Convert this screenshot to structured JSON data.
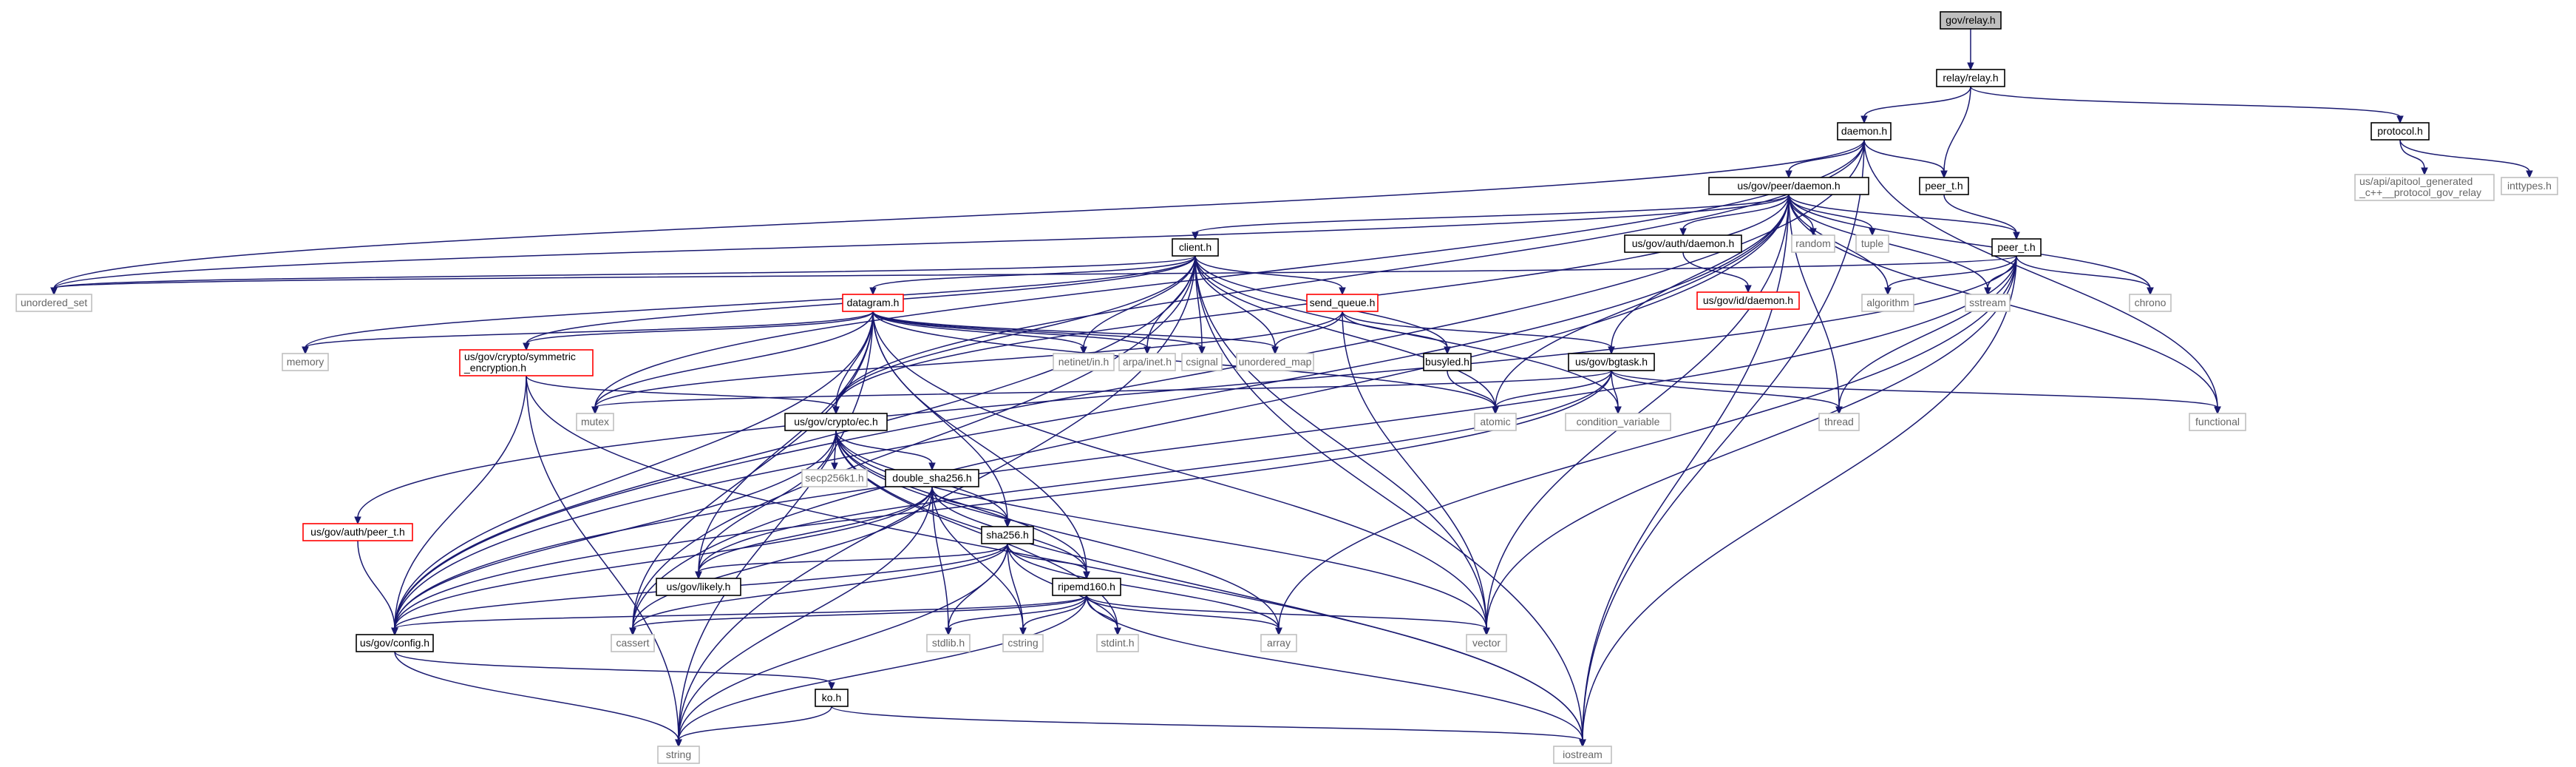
{
  "colors": {
    "edge": "#191970",
    "node_border_dark": "#000000",
    "node_border_light": "#bfbfbf",
    "node_border_red": "#ff0000",
    "node_fill": "#ffffff",
    "root_fill": "#bfbfbf",
    "text_dark": "#000000",
    "text_light": "#666666"
  },
  "nodes": [
    {
      "id": "gov_relay",
      "label": "gov/relay.h",
      "style": "root"
    },
    {
      "id": "relay_relay",
      "label": "relay/relay.h",
      "style": "dark"
    },
    {
      "id": "daemon",
      "label": "daemon.h",
      "style": "dark"
    },
    {
      "id": "protocol",
      "label": "protocol.h",
      "style": "dark"
    },
    {
      "id": "peer_t_top",
      "label": "peer_t.h",
      "style": "dark"
    },
    {
      "id": "peer_daemon",
      "label": "us/gov/peer/daemon.h",
      "style": "dark"
    },
    {
      "id": "api_protocol",
      "label": "us/api/apitool_generated\n_c++__protocol_gov_relay",
      "style": "light"
    },
    {
      "id": "inttypes",
      "label": "inttypes.h",
      "style": "light"
    },
    {
      "id": "client",
      "label": "client.h",
      "style": "dark"
    },
    {
      "id": "auth_daemon",
      "label": "us/gov/auth/daemon.h",
      "style": "dark"
    },
    {
      "id": "random",
      "label": "random",
      "style": "light"
    },
    {
      "id": "tuple",
      "label": "tuple",
      "style": "light"
    },
    {
      "id": "peer_t_mid",
      "label": "peer_t.h",
      "style": "dark"
    },
    {
      "id": "unordered_set",
      "label": "unordered_set",
      "style": "light"
    },
    {
      "id": "id_daemon",
      "label": "us/gov/id/daemon.h",
      "style": "red"
    },
    {
      "id": "algorithm",
      "label": "algorithm",
      "style": "light"
    },
    {
      "id": "sstream",
      "label": "sstream",
      "style": "light"
    },
    {
      "id": "chrono",
      "label": "chrono",
      "style": "light"
    },
    {
      "id": "datagram",
      "label": "datagram.h",
      "style": "red"
    },
    {
      "id": "send_queue",
      "label": "send_queue.h",
      "style": "red"
    },
    {
      "id": "memory",
      "label": "memory",
      "style": "light"
    },
    {
      "id": "symmetric",
      "label": "us/gov/crypto/symmetric\n_encryption.h",
      "style": "red"
    },
    {
      "id": "netinet",
      "label": "netinet/in.h",
      "style": "light"
    },
    {
      "id": "arpa",
      "label": "arpa/inet.h",
      "style": "light"
    },
    {
      "id": "csignal",
      "label": "csignal",
      "style": "light"
    },
    {
      "id": "unordered_map",
      "label": "unordered_map",
      "style": "light"
    },
    {
      "id": "busyled",
      "label": "busyled.h",
      "style": "dark"
    },
    {
      "id": "bgtask",
      "label": "us/gov/bgtask.h",
      "style": "dark"
    },
    {
      "id": "mutex",
      "label": "mutex",
      "style": "light"
    },
    {
      "id": "atomic",
      "label": "atomic",
      "style": "light"
    },
    {
      "id": "condition_variable",
      "label": "condition_variable",
      "style": "light"
    },
    {
      "id": "thread",
      "label": "thread",
      "style": "light"
    },
    {
      "id": "functional",
      "label": "functional",
      "style": "light"
    },
    {
      "id": "crypto_ec",
      "label": "us/gov/crypto/ec.h",
      "style": "dark"
    },
    {
      "id": "secp256k1",
      "label": "secp256k1.h",
      "style": "light"
    },
    {
      "id": "double_sha256",
      "label": "double_sha256.h",
      "style": "dark"
    },
    {
      "id": "auth_peer_t",
      "label": "us/gov/auth/peer_t.h",
      "style": "red"
    },
    {
      "id": "sha256",
      "label": "sha256.h",
      "style": "dark"
    },
    {
      "id": "likely",
      "label": "us/gov/likely.h",
      "style": "dark"
    },
    {
      "id": "ripemd160",
      "label": "ripemd160.h",
      "style": "dark"
    },
    {
      "id": "config",
      "label": "us/gov/config.h",
      "style": "dark"
    },
    {
      "id": "cassert",
      "label": "cassert",
      "style": "light"
    },
    {
      "id": "stdlib",
      "label": "stdlib.h",
      "style": "light"
    },
    {
      "id": "cstring",
      "label": "cstring",
      "style": "light"
    },
    {
      "id": "stdint",
      "label": "stdint.h",
      "style": "light"
    },
    {
      "id": "array",
      "label": "array",
      "style": "light"
    },
    {
      "id": "vector",
      "label": "vector",
      "style": "light"
    },
    {
      "id": "ko",
      "label": "ko.h",
      "style": "dark"
    },
    {
      "id": "string",
      "label": "string",
      "style": "light"
    },
    {
      "id": "iostream",
      "label": "iostream",
      "style": "light"
    }
  ],
  "edges": [
    [
      "gov_relay",
      "relay_relay"
    ],
    [
      "relay_relay",
      "daemon"
    ],
    [
      "relay_relay",
      "protocol"
    ],
    [
      "relay_relay",
      "peer_t_top"
    ],
    [
      "protocol",
      "api_protocol"
    ],
    [
      "protocol",
      "inttypes"
    ],
    [
      "daemon",
      "peer_daemon"
    ],
    [
      "daemon",
      "peer_t_top"
    ],
    [
      "daemon",
      "unordered_set"
    ],
    [
      "daemon",
      "mutex"
    ],
    [
      "daemon",
      "functional"
    ],
    [
      "daemon",
      "iostream"
    ],
    [
      "daemon",
      "crypto_ec"
    ],
    [
      "daemon",
      "config"
    ],
    [
      "peer_t_top",
      "peer_t_mid"
    ],
    [
      "peer_daemon",
      "client"
    ],
    [
      "peer_daemon",
      "auth_daemon"
    ],
    [
      "peer_daemon",
      "random"
    ],
    [
      "peer_daemon",
      "tuple"
    ],
    [
      "peer_daemon",
      "peer_t_mid"
    ],
    [
      "peer_daemon",
      "unordered_set"
    ],
    [
      "peer_daemon",
      "algorithm"
    ],
    [
      "peer_daemon",
      "sstream"
    ],
    [
      "peer_daemon",
      "chrono"
    ],
    [
      "peer_daemon",
      "thread"
    ],
    [
      "peer_daemon",
      "bgtask"
    ],
    [
      "peer_daemon",
      "atomic"
    ],
    [
      "peer_daemon",
      "vector"
    ],
    [
      "peer_daemon",
      "iostream"
    ],
    [
      "peer_daemon",
      "functional"
    ],
    [
      "peer_daemon",
      "crypto_ec"
    ],
    [
      "peer_daemon",
      "cassert"
    ],
    [
      "peer_daemon",
      "config"
    ],
    [
      "auth_daemon",
      "id_daemon"
    ],
    [
      "peer_t_mid",
      "unordered_set"
    ],
    [
      "peer_t_mid",
      "algorithm"
    ],
    [
      "peer_t_mid",
      "sstream"
    ],
    [
      "peer_t_mid",
      "chrono"
    ],
    [
      "peer_t_mid",
      "thread"
    ],
    [
      "peer_t_mid",
      "auth_peer_t"
    ],
    [
      "peer_t_mid",
      "array"
    ],
    [
      "peer_t_mid",
      "vector"
    ],
    [
      "peer_t_mid",
      "iostream"
    ],
    [
      "peer_t_mid",
      "config"
    ],
    [
      "client",
      "datagram"
    ],
    [
      "client",
      "send_queue"
    ],
    [
      "client",
      "symmetric"
    ],
    [
      "client",
      "memory"
    ],
    [
      "client",
      "netinet"
    ],
    [
      "client",
      "arpa"
    ],
    [
      "client",
      "csignal"
    ],
    [
      "client",
      "unordered_map"
    ],
    [
      "client",
      "busyled"
    ],
    [
      "client",
      "atomic"
    ],
    [
      "client",
      "condition_variable"
    ],
    [
      "client",
      "vector"
    ],
    [
      "client",
      "string"
    ],
    [
      "client",
      "iostream"
    ],
    [
      "client",
      "cassert"
    ],
    [
      "client",
      "config"
    ],
    [
      "client",
      "crypto_ec"
    ],
    [
      "client",
      "unordered_set"
    ],
    [
      "datagram",
      "memory"
    ],
    [
      "datagram",
      "netinet"
    ],
    [
      "datagram",
      "arpa"
    ],
    [
      "datagram",
      "csignal"
    ],
    [
      "datagram",
      "unordered_map"
    ],
    [
      "datagram",
      "mutex"
    ],
    [
      "datagram",
      "atomic"
    ],
    [
      "datagram",
      "crypto_ec"
    ],
    [
      "datagram",
      "sha256"
    ],
    [
      "datagram",
      "ripemd160"
    ],
    [
      "datagram",
      "likely"
    ],
    [
      "datagram",
      "cassert"
    ],
    [
      "datagram",
      "string"
    ],
    [
      "datagram",
      "vector"
    ],
    [
      "datagram",
      "config"
    ],
    [
      "datagram",
      "symmetric"
    ],
    [
      "send_queue",
      "busyled"
    ],
    [
      "send_queue",
      "bgtask"
    ],
    [
      "send_queue",
      "unordered_map"
    ],
    [
      "send_queue",
      "vector"
    ],
    [
      "send_queue",
      "mutex"
    ],
    [
      "busyled",
      "atomic"
    ],
    [
      "bgtask",
      "atomic"
    ],
    [
      "bgtask",
      "condition_variable"
    ],
    [
      "bgtask",
      "thread"
    ],
    [
      "bgtask",
      "functional"
    ],
    [
      "bgtask",
      "mutex"
    ],
    [
      "bgtask",
      "likely"
    ],
    [
      "bgtask",
      "config"
    ],
    [
      "symmetric",
      "crypto_ec"
    ],
    [
      "symmetric",
      "iostream"
    ],
    [
      "symmetric",
      "config"
    ],
    [
      "symmetric",
      "string"
    ],
    [
      "crypto_ec",
      "secp256k1"
    ],
    [
      "crypto_ec",
      "double_sha256"
    ],
    [
      "crypto_ec",
      "sha256"
    ],
    [
      "crypto_ec",
      "ripemd160"
    ],
    [
      "crypto_ec",
      "array"
    ],
    [
      "crypto_ec",
      "vector"
    ],
    [
      "crypto_ec",
      "iostream"
    ],
    [
      "crypto_ec",
      "likely"
    ],
    [
      "crypto_ec",
      "stdint"
    ],
    [
      "crypto_ec",
      "config"
    ],
    [
      "double_sha256",
      "sha256"
    ],
    [
      "double_sha256",
      "ripemd160"
    ],
    [
      "double_sha256",
      "likely"
    ],
    [
      "double_sha256",
      "stdlib"
    ],
    [
      "double_sha256",
      "cstring"
    ],
    [
      "double_sha256",
      "string"
    ],
    [
      "double_sha256",
      "cassert"
    ],
    [
      "double_sha256",
      "config"
    ],
    [
      "sha256",
      "ripemd160"
    ],
    [
      "sha256",
      "likely"
    ],
    [
      "sha256",
      "stdlib"
    ],
    [
      "sha256",
      "cstring"
    ],
    [
      "sha256",
      "stdint"
    ],
    [
      "sha256",
      "array"
    ],
    [
      "sha256",
      "string"
    ],
    [
      "sha256",
      "cassert"
    ],
    [
      "sha256",
      "config"
    ],
    [
      "ripemd160",
      "stdlib"
    ],
    [
      "ripemd160",
      "cstring"
    ],
    [
      "ripemd160",
      "stdint"
    ],
    [
      "ripemd160",
      "array"
    ],
    [
      "ripemd160",
      "vector"
    ],
    [
      "ripemd160",
      "iostream"
    ],
    [
      "ripemd160",
      "string"
    ],
    [
      "ripemd160",
      "cassert"
    ],
    [
      "ripemd160",
      "config"
    ],
    [
      "auth_peer_t",
      "config"
    ],
    [
      "config",
      "ko"
    ],
    [
      "config",
      "string"
    ],
    [
      "ko",
      "string"
    ],
    [
      "ko",
      "iostream"
    ]
  ]
}
